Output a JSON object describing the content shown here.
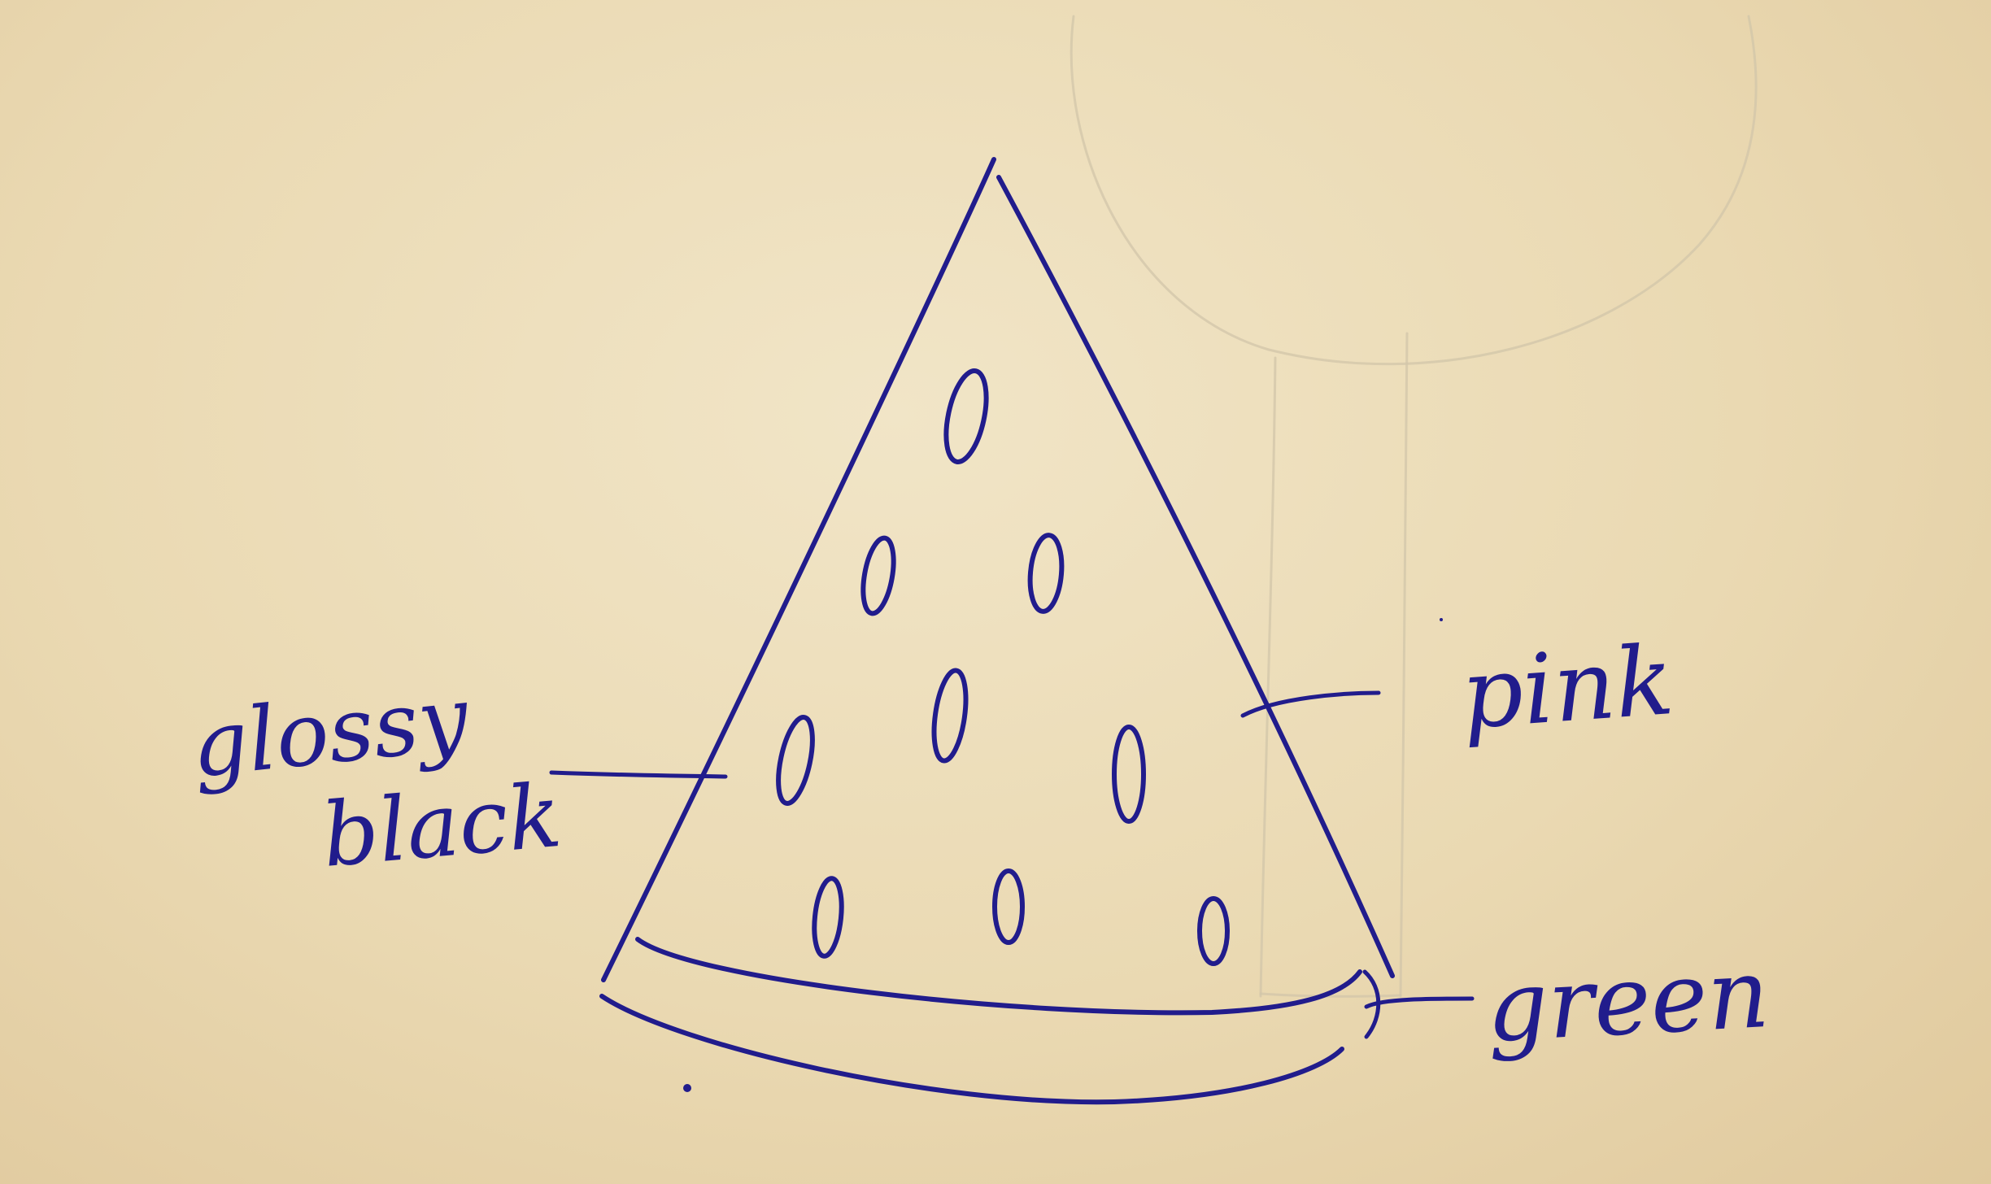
{
  "sketch": {
    "subject": "watermelon slice",
    "ink_color": "#211c8c",
    "pencil_color": "#d2c6a9",
    "paper_color": "#ecdcb6",
    "labels": {
      "seeds": [
        "glossy",
        "black"
      ],
      "flesh": "pink",
      "rind": "green"
    },
    "seed_count": 9
  }
}
